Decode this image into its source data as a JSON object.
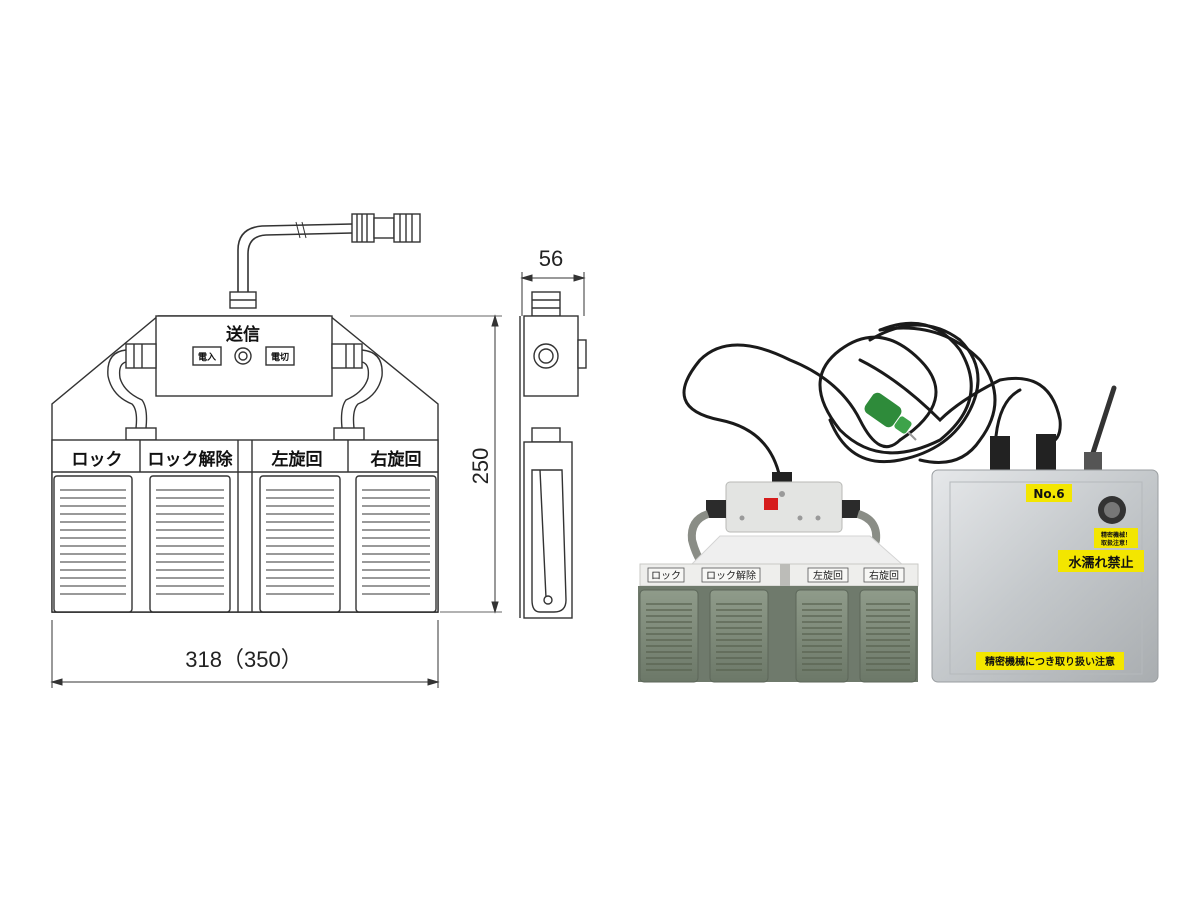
{
  "drawing": {
    "dimensions": {
      "width": "318（350）",
      "height": "250",
      "depth": "56"
    },
    "transmitter_label": "送信",
    "power_on_label": "電入",
    "power_off_label": "電切",
    "pedal_labels": [
      "ロック",
      "ロック解除",
      "左旋回",
      "右旋回"
    ]
  },
  "photo": {
    "pedal_labels": [
      "ロック",
      "ロック解除",
      "左旋回",
      "右旋回"
    ],
    "receiver": {
      "number_label": "No.6",
      "warning_small_line1": "精密機械！",
      "warning_small_line2": "取扱注意！",
      "water_warning": "水濡れ禁止",
      "bottom_warning": "精密機械につき取り扱い注意"
    }
  },
  "colors": {
    "line": "#333333",
    "pedal_green": "#7d8a78",
    "sticker_yellow": "#f3e600",
    "plug_green": "#2e8b3a",
    "steel": "#c9ccce"
  }
}
